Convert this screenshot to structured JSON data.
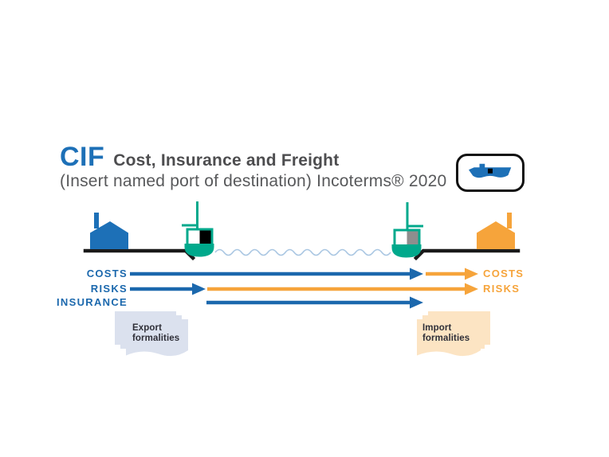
{
  "header": {
    "abbr": "CIF",
    "title": "Cost, Insurance and Freight",
    "subtitle": "(Insert named port of destination) Incoterms® 2020"
  },
  "flow_labels": {
    "costs_left": "COSTS",
    "risks_left": "RISKS",
    "insurance_left": "INSURANCE",
    "costs_right": "COSTS",
    "risks_right": "RISKS"
  },
  "formalities": {
    "export": "Export\nformalities",
    "import": "Import\nformalities"
  },
  "icons": {
    "badge": "cargo-ship-icon",
    "left_building": "seller-factory-icon",
    "right_building": "buyer-factory-icon",
    "left_port": "origin-port-crane-ship-icon",
    "right_port": "destination-port-crane-ship-icon"
  },
  "colors": {
    "blue": "#1d70b7",
    "arrow_blue": "#1b68ad",
    "orange": "#f6a43b",
    "teal": "#00a98c",
    "ground": "#1a1a1a",
    "wave": "#a9c6e2",
    "export_paper": "#dbe1ee",
    "import_paper": "#fce4c3",
    "text_dark": "#4d4d4f",
    "text_gray": "#58595b"
  }
}
